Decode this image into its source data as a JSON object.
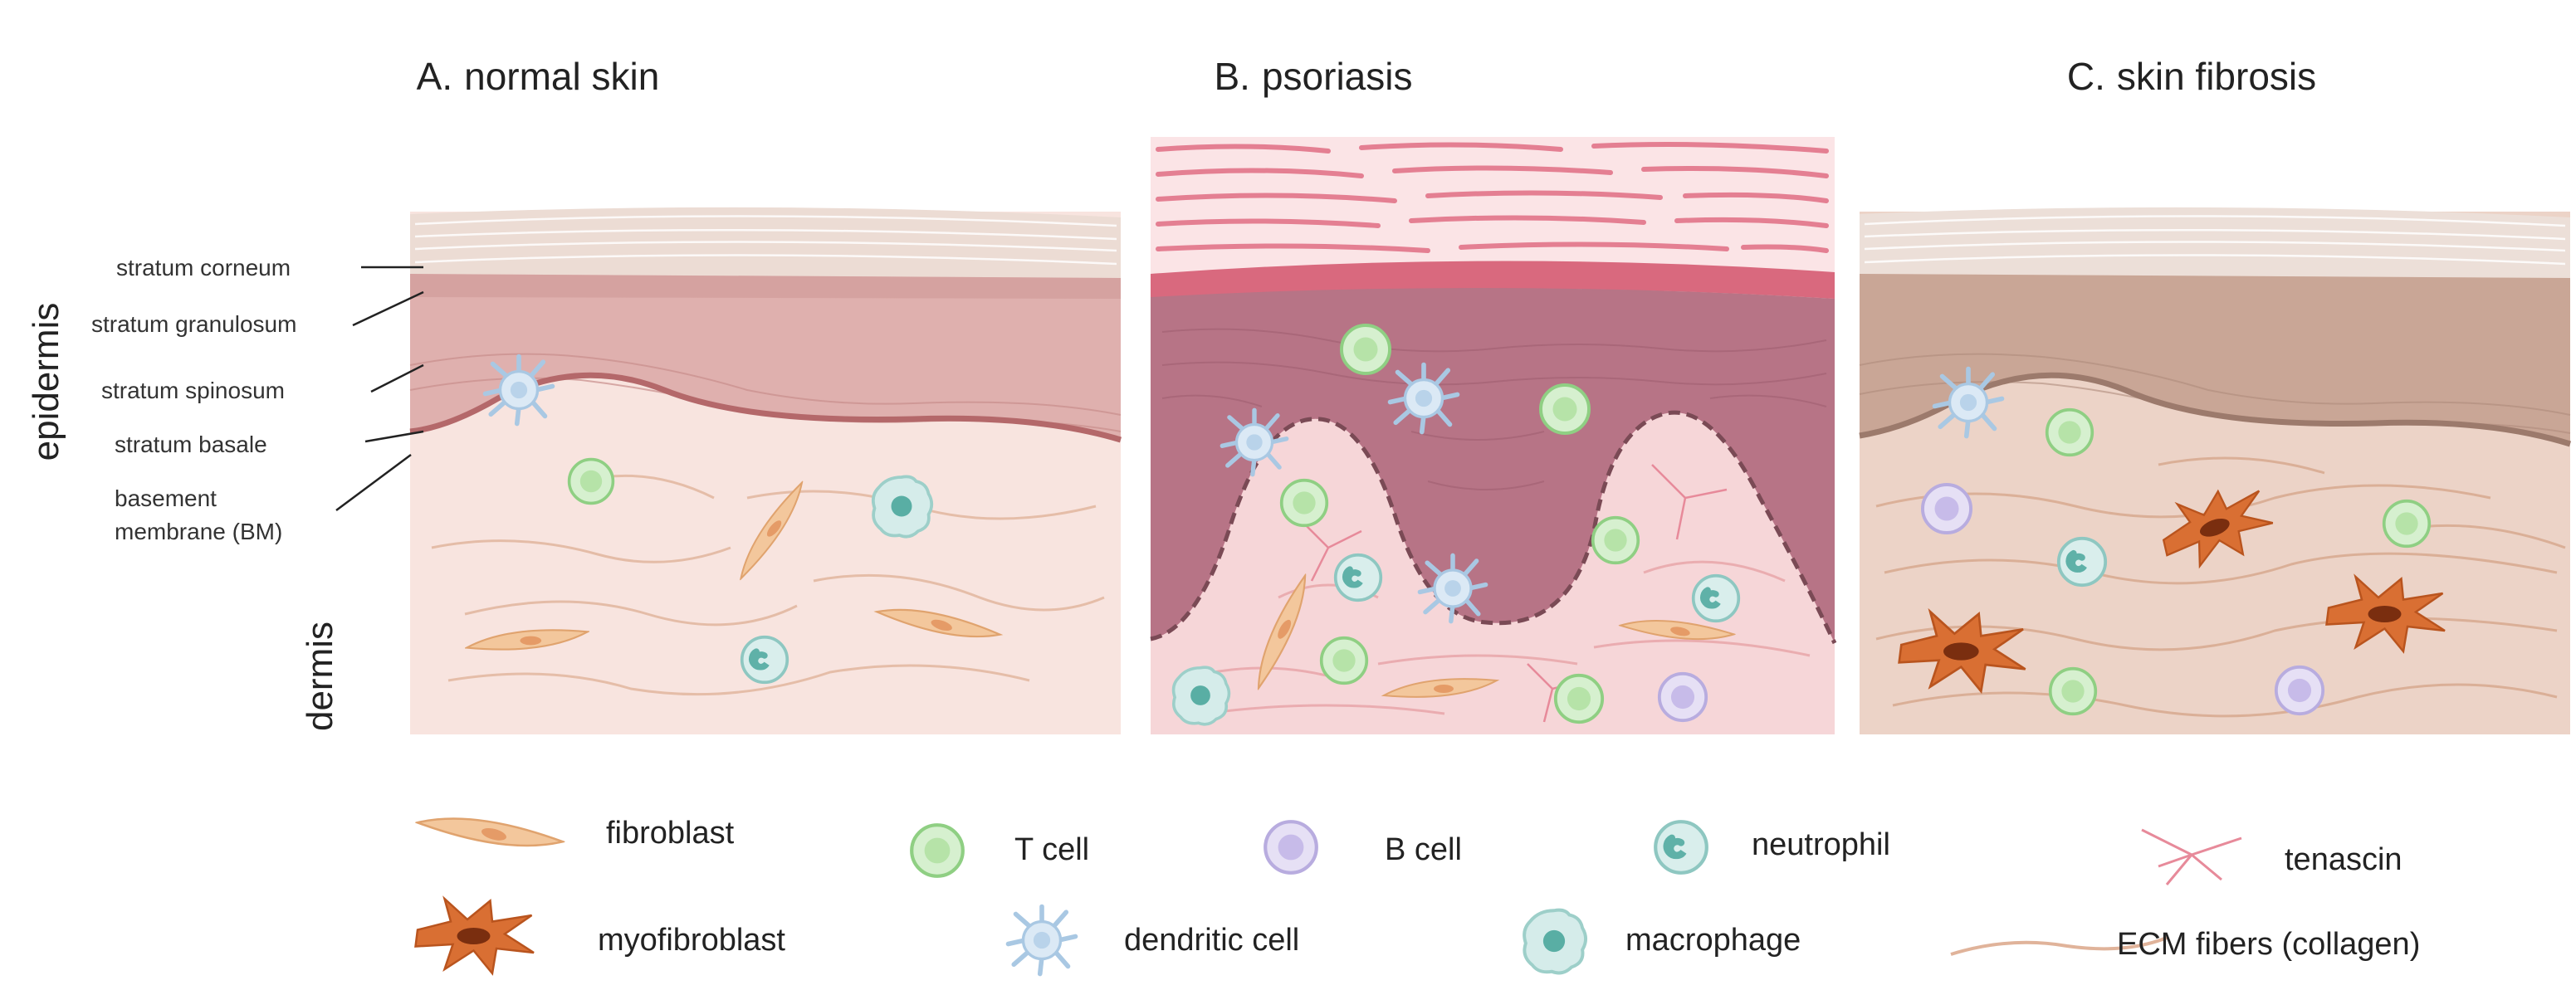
{
  "panels": [
    {
      "letter": "A.",
      "title": "normal skin"
    },
    {
      "letter": "B.",
      "title": "psoriasis"
    },
    {
      "letter": "C.",
      "title": "skin fibrosis"
    }
  ],
  "side_labels": {
    "epidermis": "epidermis",
    "dermis": "dermis"
  },
  "layers": [
    "stratum corneum",
    "stratum granulosum",
    "stratum spinosum",
    "stratum basale",
    "basement",
    "membrane (BM)"
  ],
  "legend": [
    {
      "label": "fibroblast",
      "icon": "fibroblast-icon"
    },
    {
      "label": "T cell",
      "icon": "t-cell-icon"
    },
    {
      "label": "B cell",
      "icon": "b-cell-icon"
    },
    {
      "label": "neutrophil",
      "icon": "neutrophil-icon"
    },
    {
      "label": "tenascin",
      "icon": "tenascin-icon"
    },
    {
      "label": "myofibroblast",
      "icon": "myofibroblast-icon"
    },
    {
      "label": "dendritic cell",
      "icon": "dendritic-cell-icon"
    },
    {
      "label": "macrophage",
      "icon": "macrophage-icon"
    },
    {
      "label": "ECM fibers (collagen)",
      "icon": "collagen-fiber-icon"
    }
  ],
  "colors": {
    "corneum": "#e9dcd6",
    "epidermis_normal": "#dca9a9",
    "dermis_normal": "#f8e3df",
    "psoriasis_scale": "#e88a9a",
    "psoriasis_epidermis": "#b97a88",
    "psoriasis_dermis": "#f6d3d6",
    "fibrosis_epidermis": "#c9a596",
    "fibrosis_dermis": "#ecd2c6",
    "fibroblast": "#f0bf92",
    "myofibroblast": "#d86b2f",
    "t_cell": "#c7ebc0",
    "b_cell": "#ddd6f1",
    "neutrophil": "#cde9e6",
    "dendritic_cell": "#cfe2f0"
  }
}
